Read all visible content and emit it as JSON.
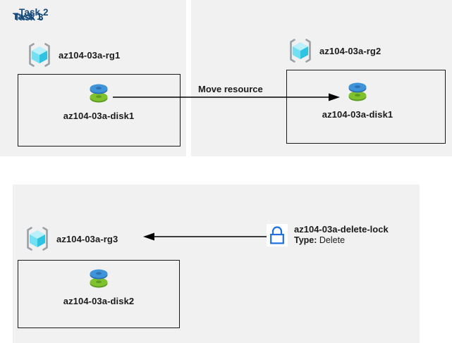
{
  "diagram": {
    "title": "Azure resource group tasks diagram",
    "background": "#ffffff",
    "panel_background": "#f1f1f1",
    "panel_title_color": "#15497b",
    "text_color": "#1a1a1a",
    "accent_lock_color": "#1f6fe0",
    "disk_blue": "#3c8fd8",
    "disk_green": "#79b530",
    "rg_cube_color": "#5fd7f5",
    "rg_bracket_color": "#9aa0a6"
  },
  "panels": [
    {
      "id": "task1",
      "title": "Task 1"
    },
    {
      "id": "task2",
      "title": "Task 2"
    },
    {
      "id": "task3",
      "title": "Task 3"
    }
  ],
  "resource_groups": [
    {
      "id": "rg1",
      "label": "az104-03a-rg1",
      "icon": "resource-group-icon",
      "panel": "task1"
    },
    {
      "id": "rg2",
      "label": "az104-03a-rg2",
      "icon": "resource-group-icon",
      "panel": "task2"
    },
    {
      "id": "rg3",
      "label": "az104-03a-rg3",
      "icon": "resource-group-icon",
      "panel": "task3"
    }
  ],
  "disks": [
    {
      "id": "disk1-task1",
      "label": "az104-03a-disk1",
      "icon": "managed-disk-icon",
      "panel": "task1"
    },
    {
      "id": "disk1-task2",
      "label": "az104-03a-disk1",
      "icon": "managed-disk-icon",
      "panel": "task2"
    },
    {
      "id": "disk2-task3",
      "label": "az104-03a-disk2",
      "icon": "managed-disk-icon",
      "panel": "task3"
    }
  ],
  "lock": {
    "icon": "lock-icon",
    "name": "az104-03a-delete-lock",
    "type_label": "Type:",
    "type_value": "Delete"
  },
  "connectors": [
    {
      "id": "move-resource",
      "label": "Move resource",
      "direction": "right",
      "from": "disk1-task1",
      "to": "disk1-task2"
    },
    {
      "id": "lock-applies-to-rg3",
      "label": "",
      "direction": "left",
      "from": "az104-03a-delete-lock",
      "to": "rg3"
    }
  ]
}
